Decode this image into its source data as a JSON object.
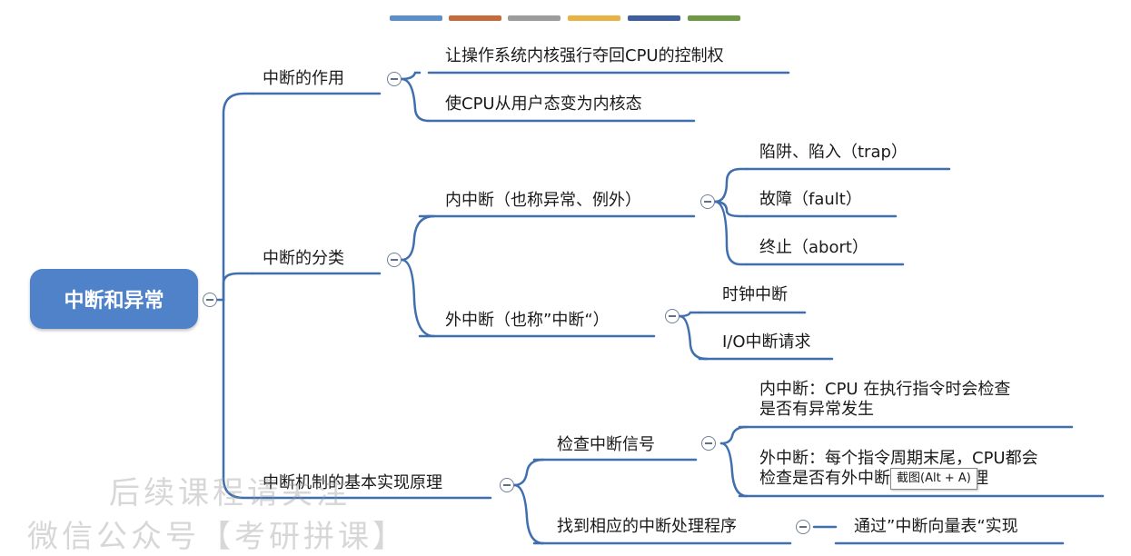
{
  "root": "中断和异常",
  "colors": {
    "branch_line": "#3f6fae",
    "root_fill": "#4f82c8",
    "theme_stripes": [
      "#5b8fcd",
      "#c76a3c",
      "#9c9c9c",
      "#e8b245",
      "#3e5f9f",
      "#6f9a45"
    ]
  },
  "branches": [
    {
      "label": "中断的作用",
      "children": [
        {
          "label": "让操作系统内核强行夺回CPU的控制权"
        },
        {
          "label": "使CPU从用户态变为内核态"
        }
      ]
    },
    {
      "label": "中断的分类",
      "children": [
        {
          "label": "内中断（也称异常、例外）",
          "children": [
            {
              "label": "陷阱、陷入（trap）"
            },
            {
              "label": "故障（fault）"
            },
            {
              "label": "终止（abort）"
            }
          ]
        },
        {
          "label": "外中断（也称”中断“）",
          "children": [
            {
              "label": "时钟中断"
            },
            {
              "label": "I/O中断请求"
            }
          ]
        }
      ]
    },
    {
      "label": "中断机制的基本实现原理",
      "children": [
        {
          "label": "检查中断信号",
          "children": [
            {
              "lines": [
                "内中断：CPU 在执行指令时会检查",
                "是否有异常发生"
              ]
            },
            {
              "lines": [
                "外中断：每个指令周期末尾，CPU都会",
                "检查是否有外中断信号需要处理"
              ]
            }
          ]
        },
        {
          "label": "找到相应的中断处理程序",
          "children": [
            {
              "label": "通过”中断向量表“实现"
            }
          ]
        }
      ]
    }
  ],
  "watermark": {
    "line1": "后续课程请关注",
    "line2": "微信公众号【考研拼课】"
  },
  "tooltip": "截图(Alt + A)"
}
